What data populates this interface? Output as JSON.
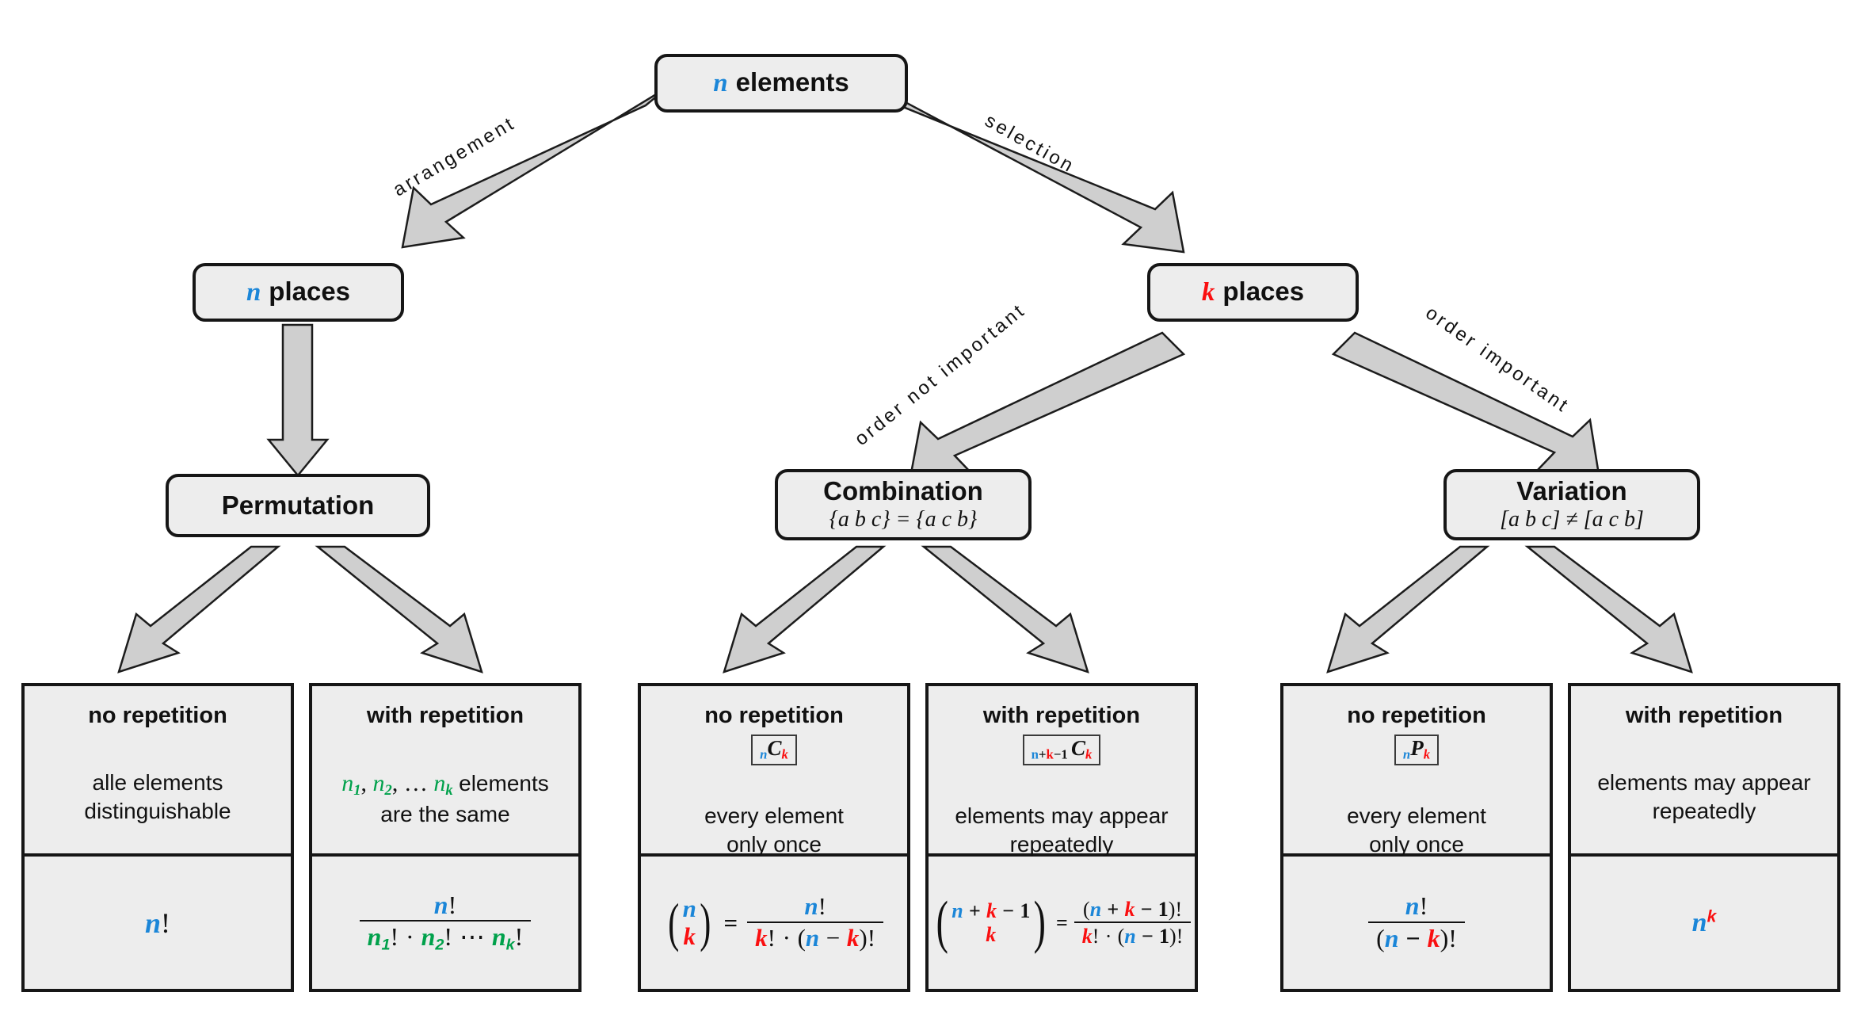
{
  "diagram": {
    "title": "Combinatorics decision tree",
    "colors": {
      "n_color": "#1b86d8",
      "k_color": "#fa0f10",
      "group_color": "#00a14b",
      "node_fill": "#ededed",
      "node_border": "#161616",
      "arrow_fill": "#cfcfcf"
    }
  },
  "root": {
    "label_var": "n",
    "label_text": "elements"
  },
  "edges": {
    "arrangement": "arrangement",
    "selection": "selection",
    "order_not_important": "order not important",
    "order_important": "order important"
  },
  "level2": {
    "left": {
      "label_var": "n",
      "label_text": "places"
    },
    "right": {
      "label_var": "k",
      "label_text": "places"
    }
  },
  "level3": [
    {
      "title": "Permutation",
      "sub": ""
    },
    {
      "title": "Combination",
      "sub": "{a b c} = {a c b}"
    },
    {
      "title": "Variation",
      "sub": "[a b c] ≠ [a c b]"
    }
  ],
  "cards": [
    {
      "header": "no repetition",
      "badge": "",
      "desc_line1": "alle elements",
      "desc_line2": "distinguishable",
      "formula": "n!"
    },
    {
      "header": "with repetition",
      "badge": "",
      "desc_line1": "n₁, n₂, … nₖ elements",
      "desc_line2": "are the same",
      "formula": "n! / (n₁! · n₂! ⋯ nₖ!)"
    },
    {
      "header": "no repetition",
      "badge": "nCk",
      "desc_line1": "every element",
      "desc_line2": "only once",
      "formula": "(n over k) = n! / (k! · (n − k)!)"
    },
    {
      "header": "with repetition",
      "badge": "n+k−1Ck",
      "desc_line1": "elements may appear",
      "desc_line2": "repeatedly",
      "formula": "(n + k − 1 over k) = (n + k − 1)! / (k! · (n − 1)!)"
    },
    {
      "header": "no repetition",
      "badge": "nPk",
      "desc_line1": "every element",
      "desc_line2": "only once",
      "formula": "n! / (n − k)!"
    },
    {
      "header": "with repetition",
      "badge": "",
      "desc_line1": "elements may appear",
      "desc_line2": "repeatedly",
      "formula": "nᵏ"
    }
  ],
  "symbols": {
    "n": "n",
    "k": "k",
    "one": "1",
    "C": "C",
    "P": "P",
    "fact": "!",
    "plus": "+",
    "minus": "−",
    "eq": "=",
    "cdot": "·",
    "cdots": "⋯",
    "comma": ",",
    "ellipsis": "…",
    "lparen": "(",
    "rparen": ")",
    "sub1": "1",
    "sub2": "2",
    "subk": "k",
    "word_elements": "elements"
  }
}
